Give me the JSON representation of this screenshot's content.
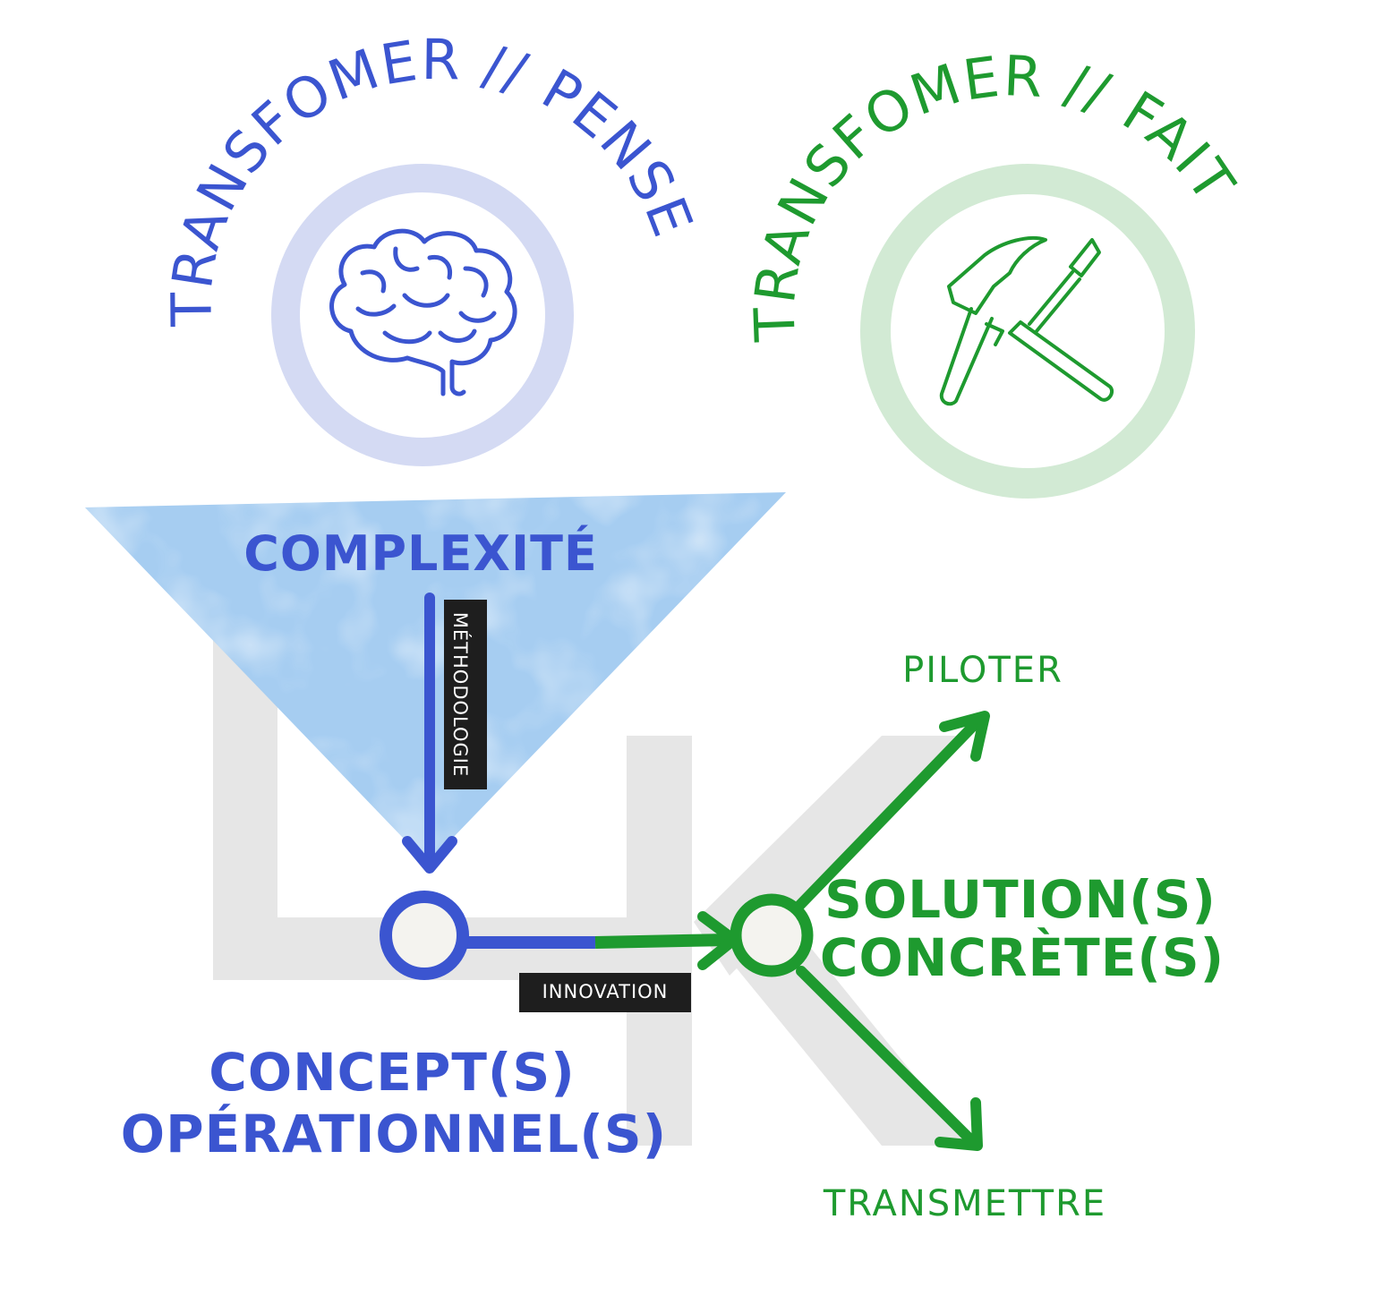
{
  "colors": {
    "blue": "#3b55d0",
    "blue_ring": "#d4daf3",
    "green": "#1e9a2f",
    "green_ring": "#d2ead4",
    "triangle": "#a6cdf1",
    "watermark": "#e6e6e6",
    "tag_bg": "#1e1e1e",
    "node_fill": "#f4f3ef"
  },
  "top_left": {
    "title": "TRANSFOMER // PENSE",
    "icon": "brain-icon"
  },
  "top_right": {
    "title": "TRANSFOMER // FAIT",
    "icon": "hammer-screwdriver-icon"
  },
  "triangle": {
    "label": "COMPLEXITÉ"
  },
  "tags": {
    "methodologie": "MÉTHODOLOGIE",
    "innovation": "INNOVATION"
  },
  "concepts": {
    "line1": "CONCEPT(S)",
    "line2": "OPÉRATIONNEL(S)"
  },
  "solutions": {
    "line1": "SOLUTION(S)",
    "line2": "CONCRÈTE(S)"
  },
  "branches": {
    "piloter": "PILOTER",
    "transmettre": "TRANSMETTRE"
  }
}
